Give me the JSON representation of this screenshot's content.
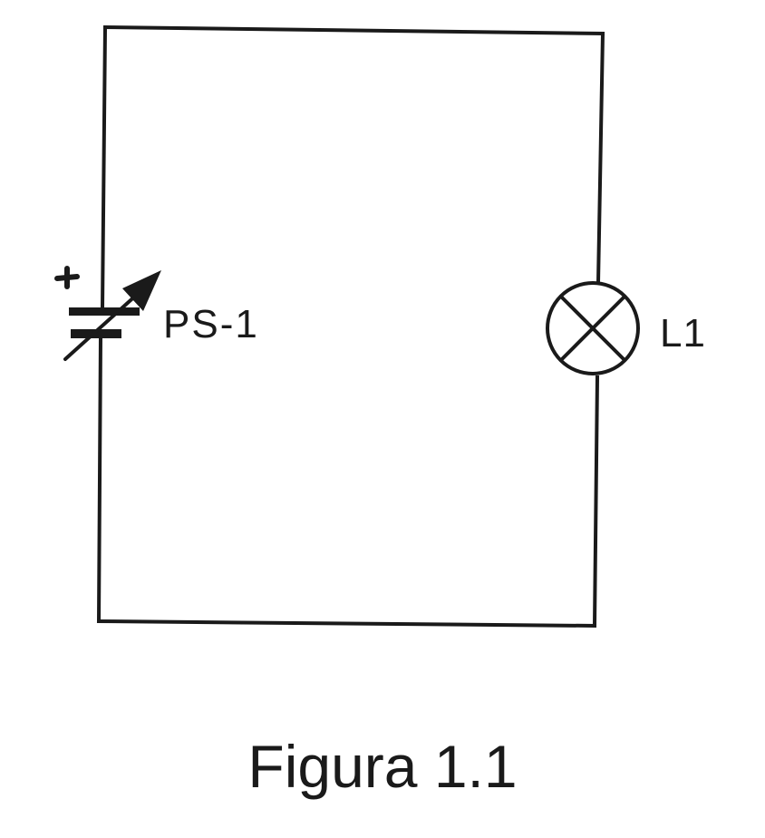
{
  "diagram": {
    "components": {
      "power_supply": {
        "label": "PS-1",
        "polarity_mark": "+",
        "symbol": "variable-dc-source-icon"
      },
      "lamp": {
        "label": "L1",
        "symbol": "lamp-icon"
      }
    },
    "caption": "Figura 1.1",
    "colors": {
      "ink": "#1a1a1a",
      "background": "#ffffff"
    }
  }
}
